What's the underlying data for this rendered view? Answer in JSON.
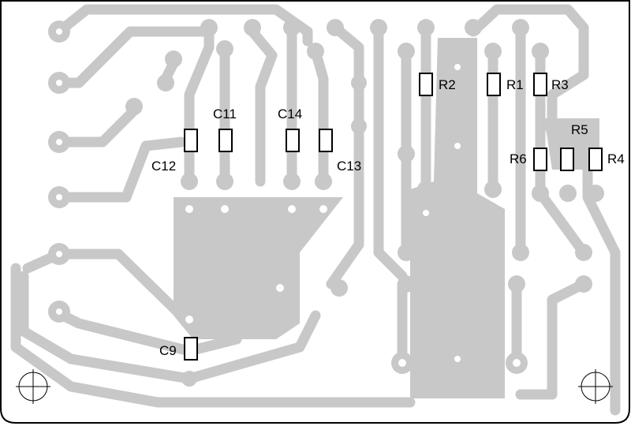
{
  "board": {
    "copper_color": "#c8c8c8",
    "outline_color": "#000000",
    "background": "#ffffff",
    "mounting_hole_icon": "crosshair-circle"
  },
  "components": [
    {
      "ref": "C11",
      "label": "C11"
    },
    {
      "ref": "C12",
      "label": "C12"
    },
    {
      "ref": "C14",
      "label": "C14"
    },
    {
      "ref": "C13",
      "label": "C13"
    },
    {
      "ref": "C9",
      "label": "C9"
    },
    {
      "ref": "R2",
      "label": "R2"
    },
    {
      "ref": "R1",
      "label": "R1"
    },
    {
      "ref": "R3",
      "label": "R3"
    },
    {
      "ref": "R5",
      "label": "R5"
    },
    {
      "ref": "R6",
      "label": "R6"
    },
    {
      "ref": "R4",
      "label": "R4"
    }
  ]
}
